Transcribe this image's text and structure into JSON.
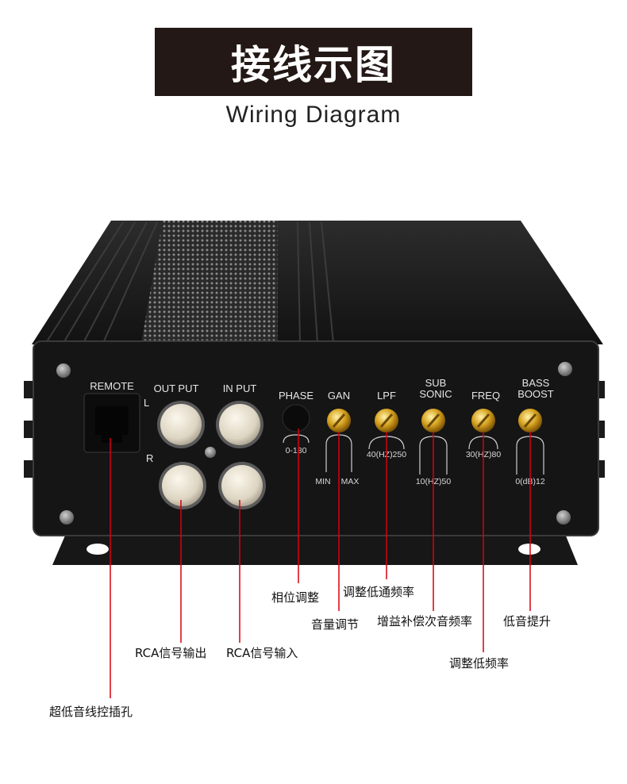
{
  "header": {
    "title": "接线示图",
    "subtitle": "Wiring Diagram"
  },
  "panel_labels": {
    "remote": "REMOTE",
    "out_put": "OUT PUT",
    "in_put": "IN PUT",
    "left": "L",
    "right": "R",
    "phase": "PHASE",
    "phase_range": "0-180",
    "gain": "GAN",
    "gain_min": "MIN",
    "gain_max": "MAX",
    "lpf": "LPF",
    "lpf_range": "40(HZ)250",
    "sub": "SUB",
    "sonic": "SONIC",
    "sub_range": "10(HZ)50",
    "freq": "FREQ",
    "freq_range": "30(HZ)80",
    "bass": "BASS",
    "boost": "BOOST",
    "boost_range": "0(dB)12"
  },
  "callouts": {
    "phase": "相位调整",
    "gain": "音量调节",
    "lpf": "调整低通频率",
    "subsonic": "增益补偿次音频率",
    "freq": "调整低频率",
    "bass_boost": "低音提升",
    "rca_out": "RCA信号输出",
    "rca_in": "RCA信号输入",
    "remote": "超低音线控插孔"
  },
  "colors": {
    "title_bg": "#231815",
    "leader_line": "#d7000f",
    "knob_gold": "#d6a21e",
    "panel": "#151515"
  }
}
